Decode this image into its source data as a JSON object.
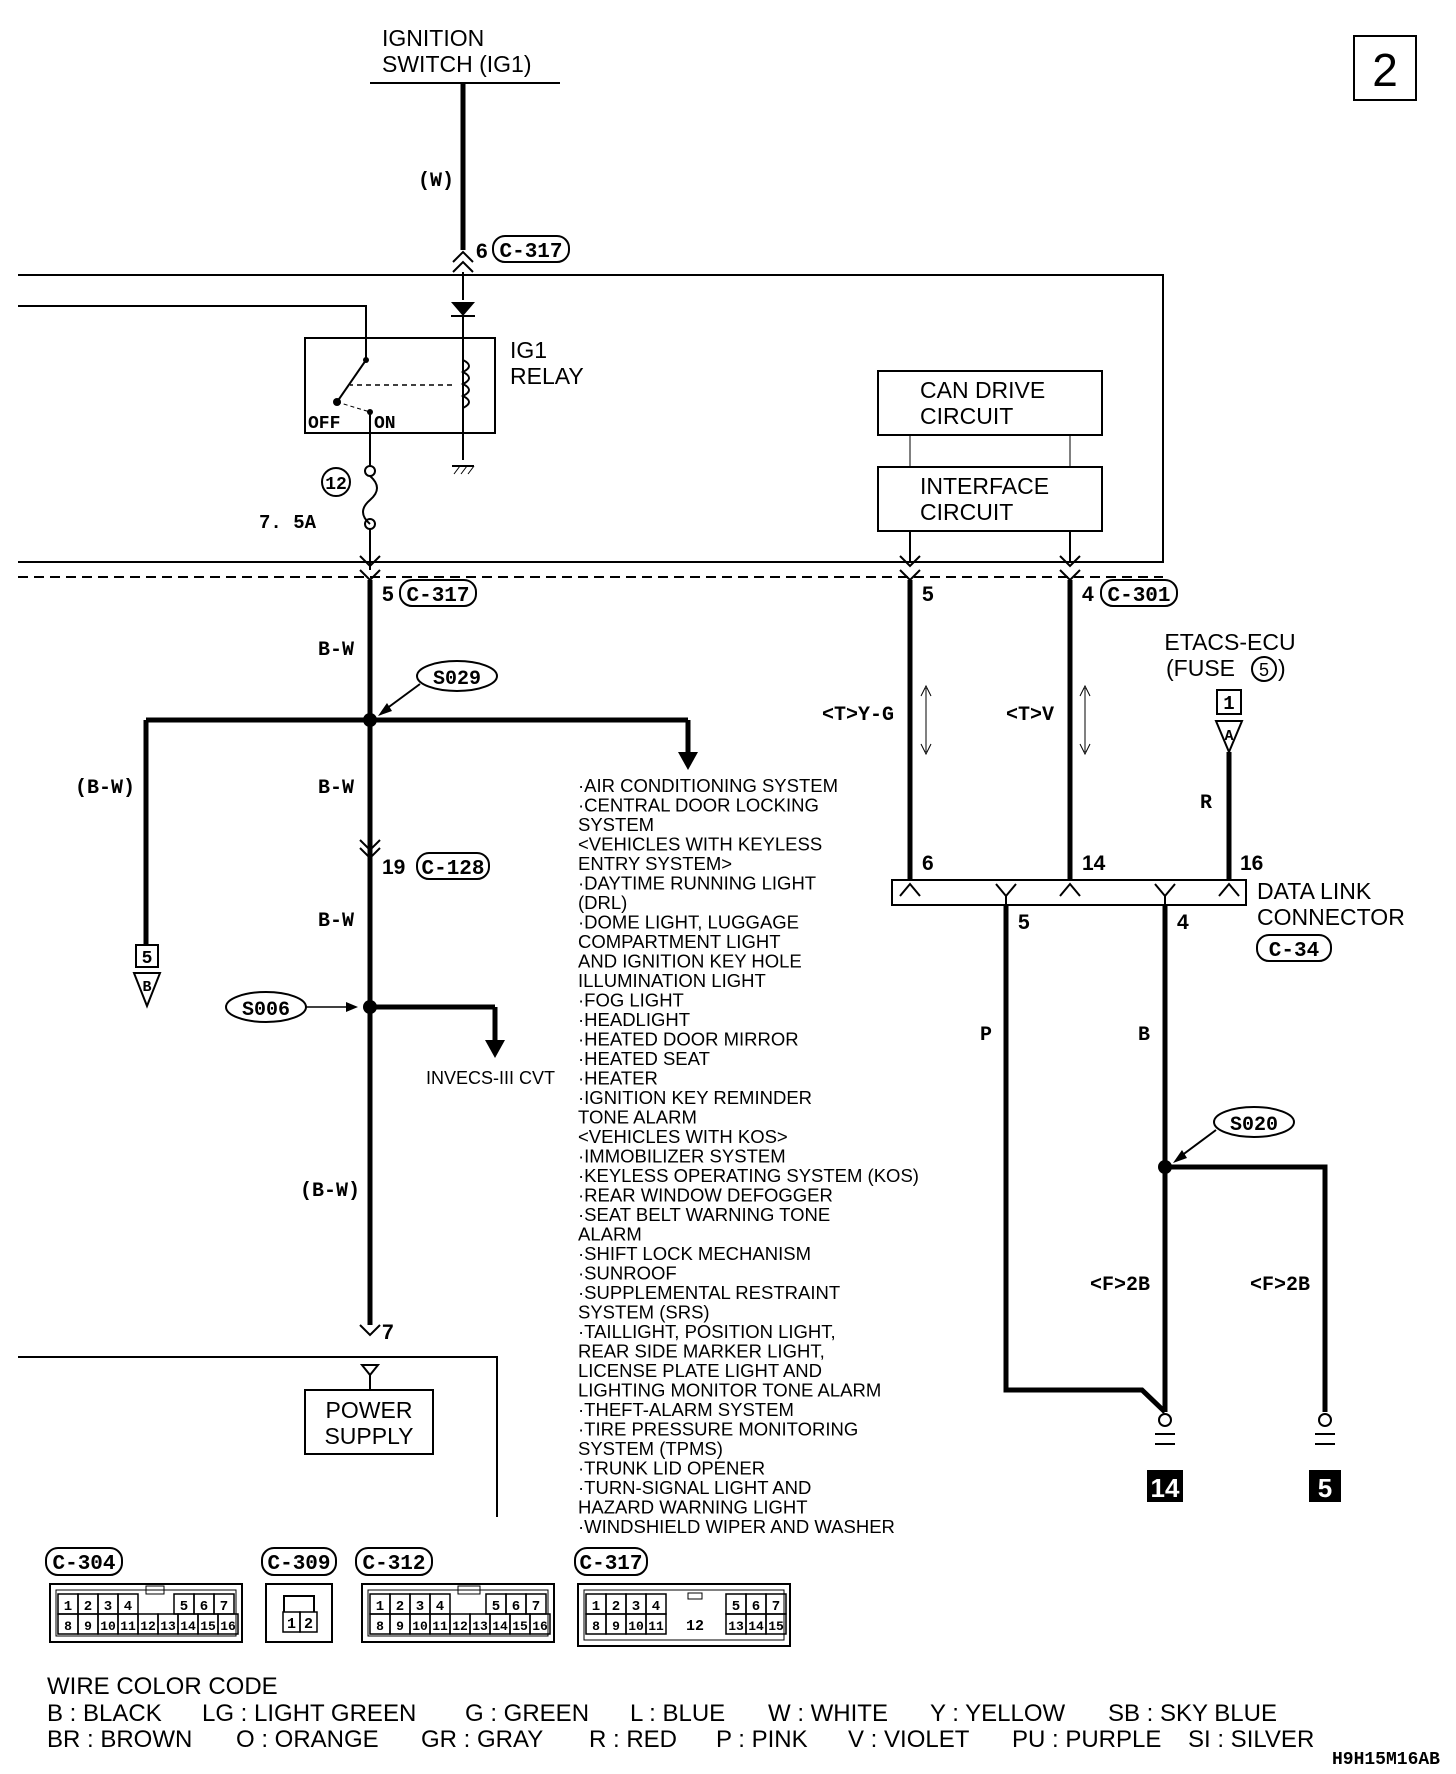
{
  "page_number": "2",
  "ignition_switch": {
    "line1": "IGNITION",
    "line2": "SWITCH (IG1)",
    "wire": "(W)"
  },
  "connector_c317_top": {
    "pin": "6",
    "name": "C-317"
  },
  "relay": {
    "line1": "IG1",
    "line2": "RELAY",
    "off": "OFF",
    "on": "ON"
  },
  "fuse": {
    "number": "12",
    "rating": "7. 5A"
  },
  "connector_c317_out": {
    "pin": "5",
    "name": "C-317"
  },
  "can_drive": {
    "line1": "CAN DRIVE",
    "line2": "CIRCUIT"
  },
  "interface": {
    "line1": "INTERFACE",
    "line2": "CIRCUIT"
  },
  "ecu_pin5": "5",
  "connector_c301": {
    "pin": "4",
    "name": "C-301"
  },
  "etacs": {
    "line1": "ETACS-ECU",
    "line2": "(FUSE",
    "fuse_no": "5",
    "line2_end": ")",
    "box": "1",
    "tri": "A"
  },
  "wires": {
    "bw1": "B-W",
    "bw2": "B-W",
    "bw3": "B-W",
    "bw_paren_left": "(B-W)",
    "bw_paren_low": "(B-W)",
    "yg": "<T>Y-G",
    "v": "<T>V",
    "r": "R",
    "p": "P",
    "b": "B",
    "f2b_a": "<F>2B",
    "f2b_b": "<F>2B"
  },
  "splices": {
    "s029": "S029",
    "s006": "S006",
    "s020": "S020"
  },
  "connector_c128": {
    "pin": "19",
    "name": "C-128"
  },
  "left_ref": {
    "box": "5",
    "tri": "B"
  },
  "invecs": "INVECS-III CVT",
  "systems": [
    "·AIR CONDITIONING SYSTEM",
    "·CENTRAL DOOR LOCKING",
    " SYSTEM",
    " <VEHICLES WITH KEYLESS",
    " ENTRY SYSTEM>",
    "·DAYTIME RUNNING LIGHT",
    " (DRL)",
    "·DOME LIGHT, LUGGAGE",
    " COMPARTMENT LIGHT",
    " AND IGNITION KEY HOLE",
    " ILLUMINATION LIGHT",
    "·FOG LIGHT",
    "·HEADLIGHT",
    "·HEATED DOOR MIRROR",
    "·HEATED SEAT",
    "·HEATER",
    "·IGNITION KEY REMINDER",
    " TONE ALARM",
    " <VEHICLES WITH KOS>",
    "·IMMOBILIZER SYSTEM",
    "·KEYLESS OPERATING SYSTEM (KOS)",
    "·REAR WINDOW DEFOGGER",
    "·SEAT BELT WARNING TONE",
    " ALARM",
    "·SHIFT LOCK MECHANISM",
    "·SUNROOF",
    "·SUPPLEMENTAL RESTRAINT",
    " SYSTEM (SRS)",
    "·TAILLIGHT, POSITION LIGHT,",
    " REAR SIDE MARKER LIGHT,",
    " LICENSE PLATE LIGHT AND",
    " LIGHTING MONITOR TONE ALARM",
    "·THEFT-ALARM SYSTEM",
    "·TIRE PRESSURE MONITORING",
    " SYSTEM (TPMS)",
    "·TRUNK LID OPENER",
    "·TURN-SIGNAL LIGHT AND",
    " HAZARD WARNING LIGHT",
    "·WINDSHIELD WIPER AND WASHER"
  ],
  "power_supply": {
    "pin": "7",
    "line1": "POWER",
    "line2": "SUPPLY"
  },
  "dlc": {
    "line1": "DATA LINK",
    "line2": "CONNECTOR",
    "name": "C-34",
    "pin6": "6",
    "pin14": "14",
    "pin16": "16",
    "pin5": "5",
    "pin4": "4"
  },
  "grounds": {
    "left": "14",
    "right": "5"
  },
  "connector_faces": {
    "c304": {
      "name": "C-304",
      "top": [
        "1",
        "2",
        "3",
        "4",
        "5",
        "6",
        "7"
      ],
      "bottom": [
        "8",
        "9",
        "10",
        "11",
        "12",
        "13",
        "14",
        "15",
        "16"
      ]
    },
    "c309": {
      "name": "C-309",
      "top": [],
      "bottom": [
        "1",
        "2"
      ]
    },
    "c312": {
      "name": "C-312",
      "top": [
        "1",
        "2",
        "3",
        "4",
        "5",
        "6",
        "7"
      ],
      "bottom": [
        "8",
        "9",
        "10",
        "11",
        "12",
        "13",
        "14",
        "15",
        "16"
      ]
    },
    "c317": {
      "name": "C-317",
      "top": [
        "1",
        "2",
        "3",
        "4",
        "5",
        "6",
        "7"
      ],
      "bottom": [
        "8",
        "9",
        "10",
        "11",
        "13",
        "14",
        "15"
      ],
      "center": "12"
    }
  },
  "legend": {
    "title": "WIRE COLOR CODE",
    "row1": [
      "B : BLACK",
      "LG : LIGHT GREEN",
      "G : GREEN",
      "L : BLUE",
      "W : WHITE",
      "Y : YELLOW",
      "SB : SKY BLUE"
    ],
    "row2": [
      "BR : BROWN",
      "O : ORANGE",
      "GR : GRAY",
      "R : RED",
      "P : PINK",
      "V : VIOLET",
      "PU : PURPLE",
      "SI : SILVER"
    ]
  },
  "figure_code": "H9H15M16AB"
}
